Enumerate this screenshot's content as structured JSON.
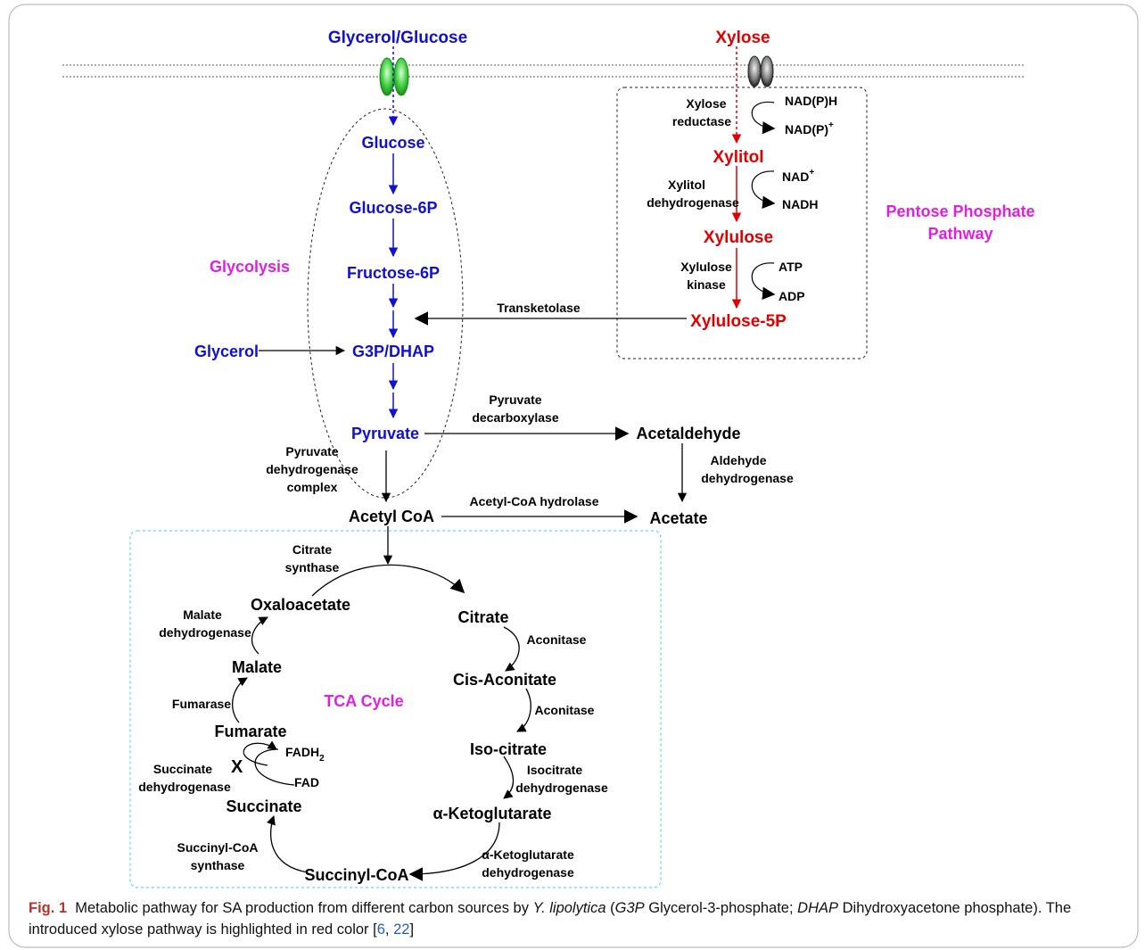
{
  "nodes": {
    "glycerol_glucose": "Glycerol/Glucose",
    "xylose": "Xylose",
    "glucose": "Glucose",
    "glucose6p": "Glucose-6P",
    "fructose6p": "Fructose-6P",
    "g3p_dhap": "G3P/DHAP",
    "glycerol": "Glycerol",
    "pyruvate": "Pyruvate",
    "acetaldehyde": "Acetaldehyde",
    "acetate": "Acetate",
    "acetyl_coa": "Acetyl CoA",
    "xylitol": "Xylitol",
    "xylulose": "Xylulose",
    "xylulose5p": "Xylulose-5P",
    "citrate": "Citrate",
    "cis_aconitate": "Cis-Aconitate",
    "iso_citrate": "Iso-citrate",
    "ketoglutarate": "α-Ketoglutarate",
    "succinyl_coa": "Succinyl-CoA",
    "succinate": "Succinate",
    "fumarate": "Fumarate",
    "malate": "Malate",
    "oxaloacetate": "Oxaloacetate"
  },
  "regions": {
    "glycolysis": "Glycolysis",
    "pentose_1": "Pentose Phosphate",
    "pentose_2": "Pathway",
    "tca": "TCA Cycle"
  },
  "enzymes": {
    "xylose_reductase_1": "Xylose",
    "xylose_reductase_2": "reductase",
    "xylitol_dh_1": "Xylitol",
    "xylitol_dh_2": "dehydrogenase",
    "xylulose_kinase_1": "Xylulose",
    "xylulose_kinase_2": "kinase",
    "transketolase": "Transketolase",
    "pyruvate_decarboxylase_1": "Pyruvate",
    "pyruvate_decarboxylase_2": "decarboxylase",
    "pdh_1": "Pyruvate",
    "pdh_2": "dehydrogenase",
    "pdh_3": "complex",
    "aldehyde_dh_1": "Aldehyde",
    "aldehyde_dh_2": "dehydrogenase",
    "acetyl_coa_hydrolase": "Acetyl-CoA hydrolase",
    "citrate_synthase_1": "Citrate",
    "citrate_synthase_2": "synthase",
    "aconitase_1": "Aconitase",
    "aconitase_2": "Aconitase",
    "isocitrate_dh_1": "Isocitrate",
    "isocitrate_dh_2": "dehydrogenase",
    "akg_dh_1": "α-Ketoglutarate",
    "akg_dh_2": "dehydrogenase",
    "succinyl_coa_synthase_1": "Succinyl-CoA",
    "succinyl_coa_synthase_2": "synthase",
    "succinate_dh_1": "Succinate",
    "succinate_dh_2": "dehydrogenase",
    "fumarase": "Fumarase",
    "malate_dh_1": "Malate",
    "malate_dh_2": "dehydrogenase"
  },
  "cofactors": {
    "nadph": "NAD(P)H",
    "nadp": "NAD(P)",
    "nadp_sup": "+",
    "nad": "NAD",
    "nad_sup": "+",
    "nadh": "NADH",
    "atp": "ATP",
    "adp": "ADP",
    "fadh": "FADH",
    "fadh_sub": "2",
    "fad": "FAD",
    "block_mark": "X"
  },
  "caption": {
    "label": "Fig. 1",
    "text_1": "Metabolic pathway for SA production from different carbon sources by",
    "organism": "Y. lipolytica",
    "text_2": "(",
    "abbr_g3p": "G3P",
    "text_3": "Glycerol-3-phosphate;",
    "abbr_dhap": "DHAP",
    "text_4": "Dihydroxyacetone phosphate). The introduced xylose pathway is highlighted in red color [",
    "ref_1": "6",
    "text_5": ", ",
    "ref_2": "22",
    "text_6": "]"
  },
  "colors": {
    "glycolysis": "#1010d0",
    "xylose_pathway": "#e00000",
    "region_label": "#e020e0",
    "tca_border": "#40d0e0",
    "transporter_glucose": "#30c030",
    "transporter_xylose": "#606060",
    "caption_label": "#c0302a"
  }
}
